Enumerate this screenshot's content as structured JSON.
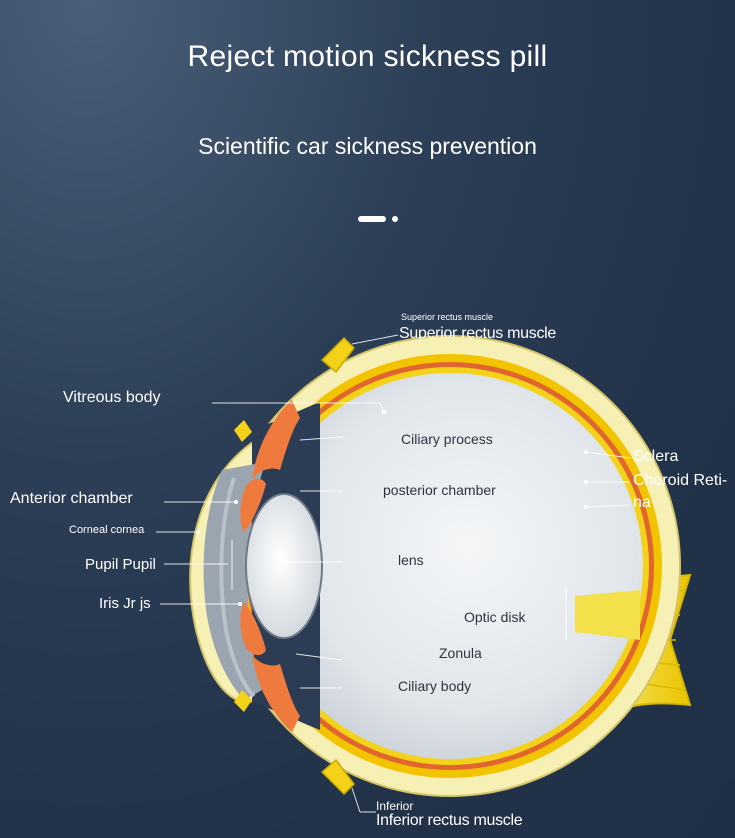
{
  "header": {
    "title": "Reject motion sickness pill",
    "subtitle": "Scientific car sickness prevention"
  },
  "carousel": {
    "active_index": 0,
    "count": 2
  },
  "diagram": {
    "labels": {
      "superior_small": "Superior rectus muscle",
      "superior_large": "Superior rectus muscle",
      "vitreous_body": "Vitreous body",
      "anterior_chamber": "Anterior chamber",
      "corneal_cornea": "Corneal cornea",
      "pupil": "Pupil Pupil",
      "iris": "Iris Jr js",
      "sclera": "Sclera",
      "choroid_retina_line1": "Choroid Reti-",
      "choroid_retina_line2": "na",
      "inferior_small": "Inferior",
      "inferior_large": "Inferior rectus muscle",
      "ciliary_process": "Ciliary process",
      "posterior_chamber": "posterior chamber",
      "lens": "lens",
      "optic_disk": "Optic disk",
      "zonula": "Zonula",
      "ciliary_body": "Ciliary body"
    },
    "colors": {
      "background": "#22334a",
      "sclera": "#f7f0b4",
      "choroid": "#e0652e",
      "retina": "#f2c400",
      "vitreous": "#dde3e8",
      "lens": "#eef2f5",
      "optic_nerve": "#f4e04a",
      "iris": "#ef7a3e"
    }
  }
}
